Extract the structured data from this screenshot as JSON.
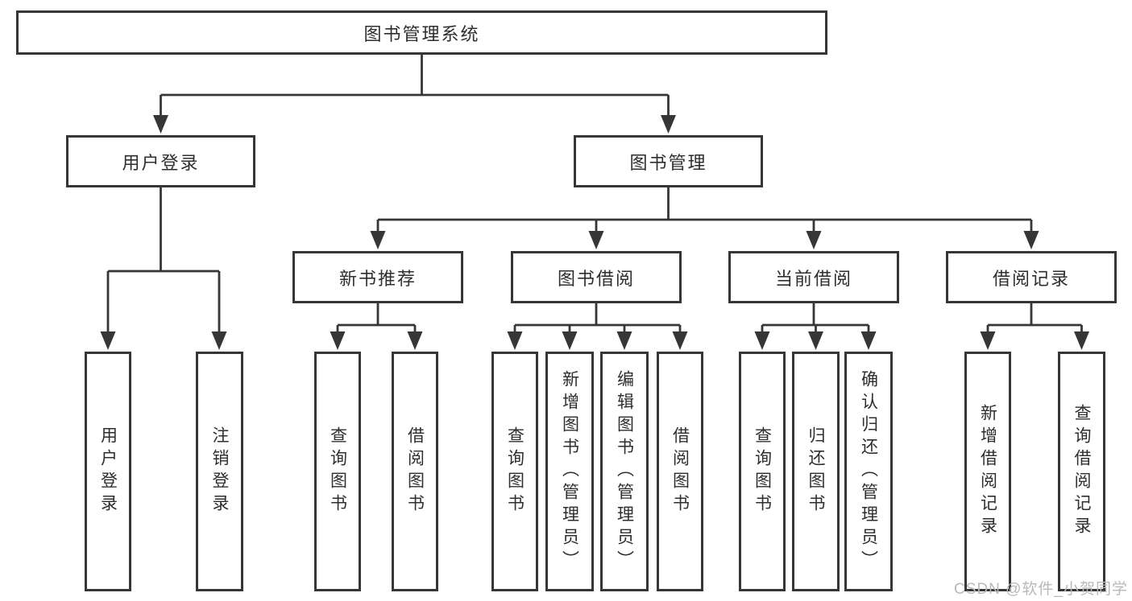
{
  "tree": {
    "label": "图书管理系统",
    "children": [
      {
        "label": "用户登录",
        "children": [
          {
            "label": "用户登录"
          },
          {
            "label": "注销登录"
          }
        ]
      },
      {
        "label": "图书管理",
        "children": [
          {
            "label": "新书推荐",
            "children": [
              {
                "label": "查询图书"
              },
              {
                "label": "借阅图书"
              }
            ]
          },
          {
            "label": "图书借阅",
            "children": [
              {
                "label": "查询图书"
              },
              {
                "label": "新增图书（管理员）"
              },
              {
                "label": "编辑图书（管理员）"
              },
              {
                "label": "借阅图书"
              }
            ]
          },
          {
            "label": "当前借阅",
            "children": [
              {
                "label": "查询图书"
              },
              {
                "label": "归还图书"
              },
              {
                "label": "确认归还（管理员）"
              }
            ]
          },
          {
            "label": "借阅记录",
            "children": [
              {
                "label": "新增借阅记录"
              },
              {
                "label": "查询借阅记录"
              }
            ]
          }
        ]
      }
    ]
  },
  "watermark": "CSDN @软件_小贺同学",
  "colors": {
    "line": "#363636",
    "text": "#2e2e2e",
    "background": "#ffffff",
    "watermark": "#b9b9b9"
  }
}
